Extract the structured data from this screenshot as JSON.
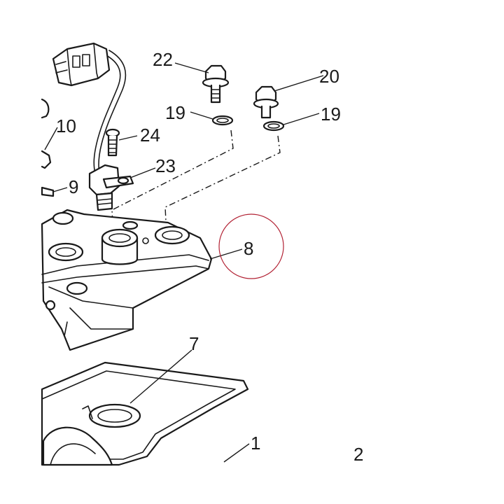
{
  "labels": {
    "p1": "1",
    "p2": "2",
    "p7": "7",
    "p8": "8",
    "p9": "9",
    "p10": "10",
    "p19a": "19",
    "p19b": "19",
    "p20": "20",
    "p22": "22",
    "p23": "23",
    "p24": "24"
  },
  "highlight_color": "#b22234",
  "line_color": "#1a1a1a"
}
